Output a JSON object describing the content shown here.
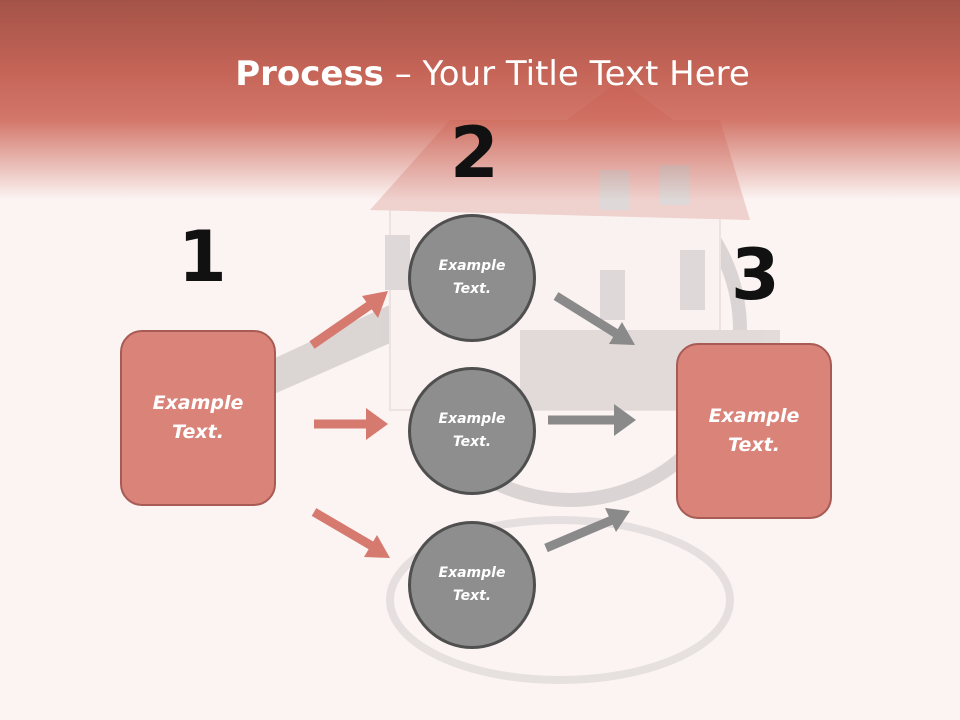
{
  "title": {
    "bold": "Process",
    "rest": " – Your Title Text Here"
  },
  "steps": {
    "step1": {
      "number": "1",
      "box_text": "Example\nText."
    },
    "step2": {
      "number": "2",
      "circles": [
        "Example\nText.",
        "Example\nText.",
        "Example\nText."
      ]
    },
    "step3": {
      "number": "3",
      "box_text": "Example\nText."
    }
  },
  "colors": {
    "header": "#c46457",
    "box_fill": "#d98379",
    "box_border": "#a75b54",
    "circle_fill": "#8e8e8e",
    "circle_border": "#4f4f4f",
    "arrow_pink": "#d67a70",
    "arrow_gray": "#8a8a8a"
  },
  "icons": [
    "arrow-icon",
    "house-magnifier-illustration"
  ]
}
